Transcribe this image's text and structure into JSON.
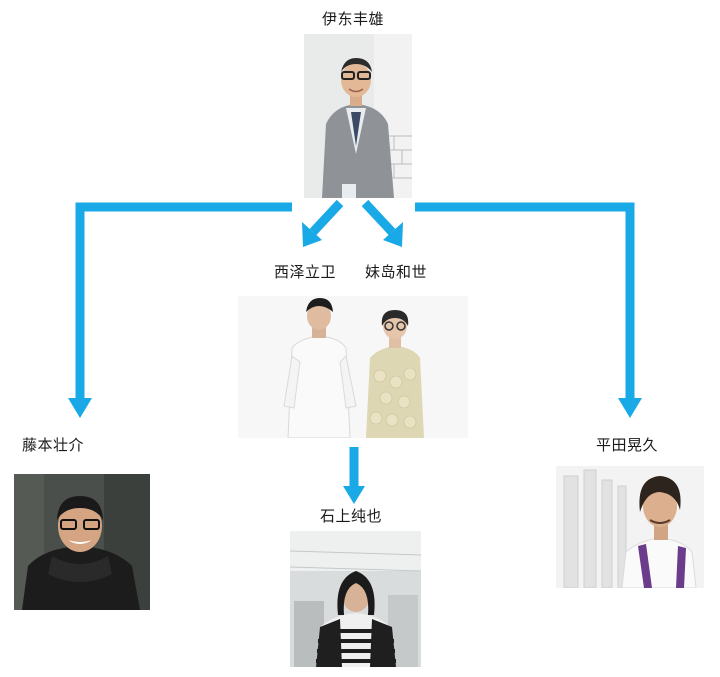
{
  "diagram": {
    "colors": {
      "arrow": "#18a9e6",
      "frame": "#d6d6d6"
    },
    "people": {
      "ito": {
        "name": "伊东丰雄"
      },
      "nishizawa": {
        "name": "西泽立卫"
      },
      "sejima": {
        "name": "妹岛和世"
      },
      "fujimoto": {
        "name": "藤本壮介"
      },
      "hirata": {
        "name": "平田晃久"
      },
      "ishigami": {
        "name": "石上纯也"
      }
    }
  }
}
